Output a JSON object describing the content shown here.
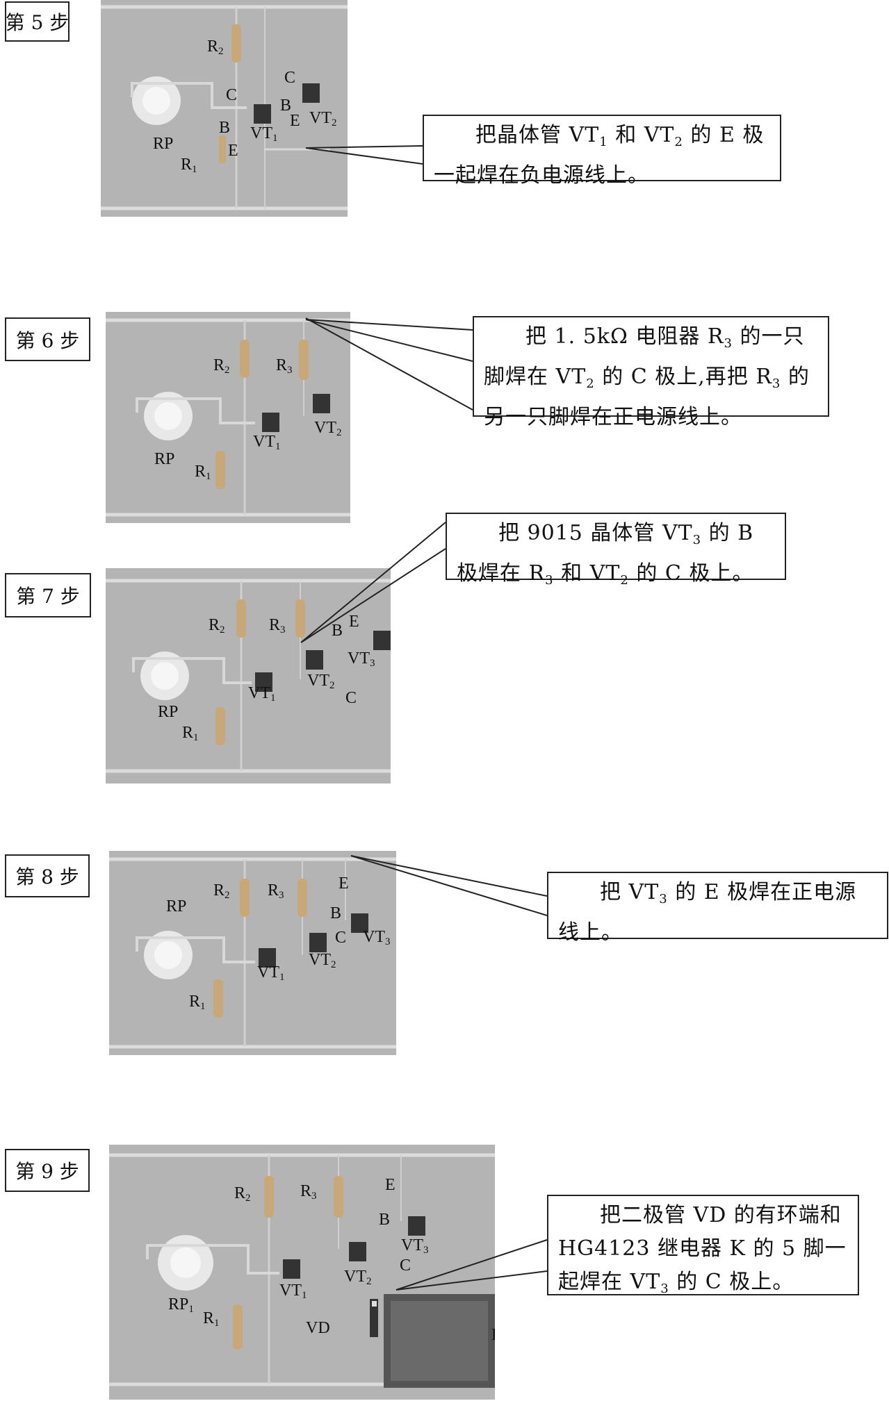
{
  "steps": [
    {
      "step_label": "第 5 步",
      "photo_labels": [
        "R",
        "2",
        "C",
        "C",
        "B",
        "B",
        "E",
        "VT",
        "2",
        "VT",
        "1",
        "RP",
        "R",
        "1",
        "E"
      ],
      "caption": [
        "把晶体管 VT",
        "1",
        " 和 VT",
        "2",
        " 的 E 极一起焊在负电源线上。"
      ]
    },
    {
      "step_label": "第 6 步",
      "photo_labels": [
        "R",
        "2",
        "R",
        "3",
        "VT",
        "2",
        "VT",
        "1",
        "RP",
        "R",
        "1"
      ],
      "caption": [
        "把 1. 5kΩ 电阻器 R",
        "3",
        " 的一只脚焊在 VT",
        "2",
        " 的 C 极上,再把 R",
        "3",
        " 的另一只脚焊在正电源线上。"
      ]
    },
    {
      "step_label": "第 7 步",
      "photo_labels": [
        "R",
        "2",
        "R",
        "3",
        "B",
        "E",
        "VT",
        "3",
        "VT",
        "2",
        "C",
        "VT",
        "1",
        "RP",
        "R",
        "1"
      ],
      "caption": [
        "把 9015 晶体管 VT",
        "3",
        " 的 B 极焊在 R",
        "3",
        " 和 VT",
        "2",
        " 的 C 极上。"
      ]
    },
    {
      "step_label": "第 8 步",
      "photo_labels": [
        "RP",
        "R",
        "2",
        "R",
        "3",
        "E",
        "B",
        "C",
        "VT",
        "3",
        "VT",
        "2",
        "VT",
        "1",
        "R",
        "1"
      ],
      "caption": [
        "把 VT",
        "3",
        " 的 E 极焊在正电源线上。"
      ]
    },
    {
      "step_label": "第 9 步",
      "photo_labels": [
        "E",
        "R",
        "2",
        "R",
        "3",
        "B",
        "VT",
        "3",
        "C",
        "VT",
        "1",
        "VT",
        "2",
        "RP",
        "1",
        "R",
        "1",
        "VD",
        "K"
      ],
      "caption": [
        "把二极管 VD 的有环端和 HG4123 继电器 K 的 5 脚一起焊在 VT",
        "3",
        " 的 C 极上。"
      ]
    }
  ]
}
